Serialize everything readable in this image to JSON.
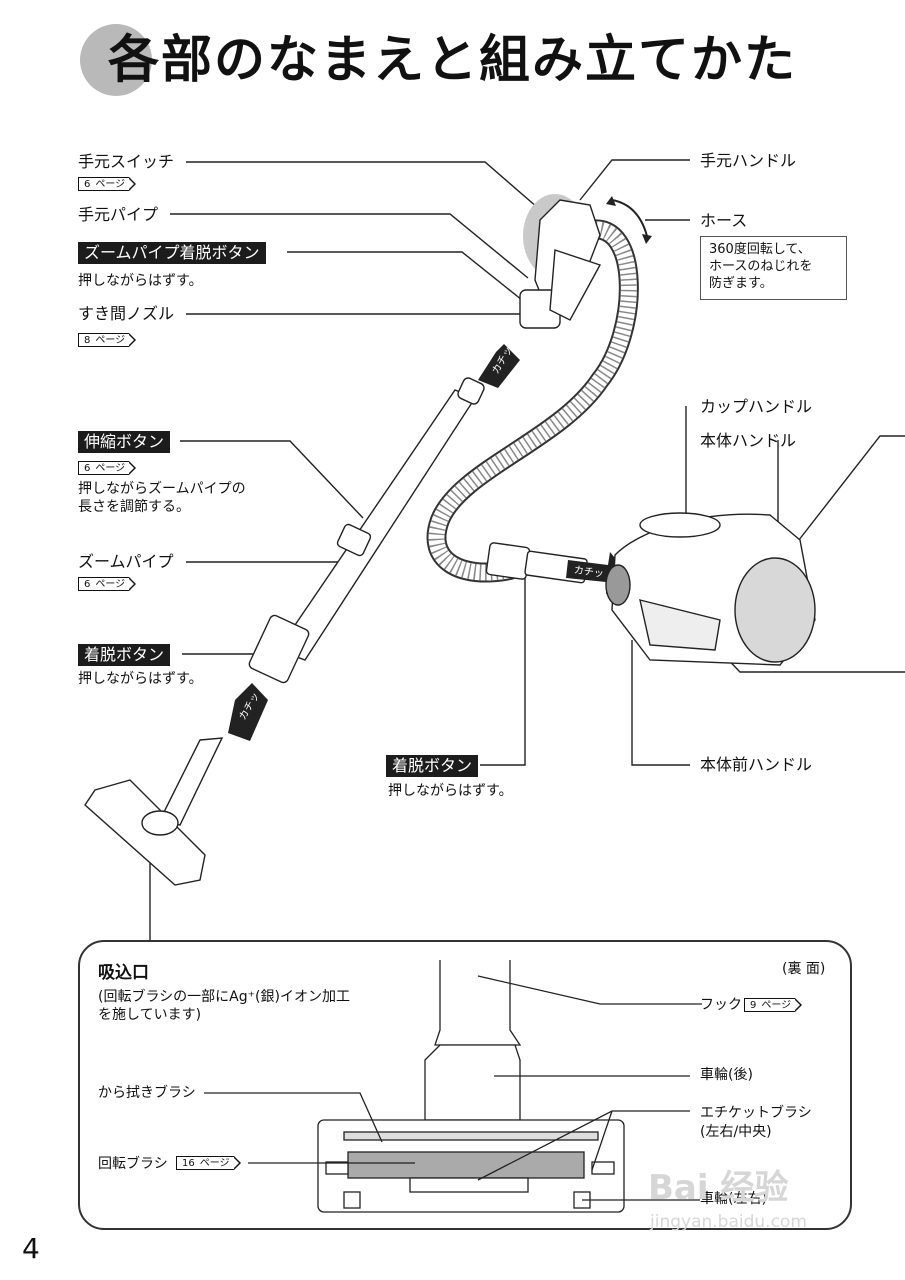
{
  "title": "各部のなまえと組み立てかた",
  "page_number": "4",
  "labels": {
    "temoto_switch": "手元スイッチ",
    "temoto_pipe": "手元パイプ",
    "zoom_detach_button": "ズームパイプ着脱ボタン",
    "zoom_detach_note": "押しながらはずす。",
    "sukima_nozzle": "すき間ノズル",
    "shinshuku_button": "伸縮ボタン",
    "shinshuku_note_line1": "押しながらズームパイプの",
    "shinshuku_note_line2": "長さを調節する。",
    "zoom_pipe": "ズームパイプ",
    "detach_button_left": "着脱ボタン",
    "detach_note_left": "押しながらはずす。",
    "detach_button_center": "着脱ボタン",
    "detach_note_center": "押しながらはずす。",
    "temoto_handle": "手元ハンドル",
    "hose": "ホース",
    "hose_note_line1": "360度回転して、",
    "hose_note_line2": "ホースのねじれを",
    "hose_note_line3": "防ぎます。",
    "cup_handle": "カップハンドル",
    "hontai_handle": "本体ハンドル",
    "hontai_mae_handle": "本体前ハンドル",
    "kachi_left": "カチッ",
    "kachi_upper": "カチッ",
    "kachi_body": "カチッ"
  },
  "page_refs": {
    "page_word": "ページ",
    "temoto_switch": "6",
    "sukima_nozzle": "8",
    "shinshuku_button": "6",
    "zoom_pipe": "6"
  },
  "panel": {
    "title": "吸込口",
    "back_label": "(裏 面)",
    "desc_line1": "(回転ブラシの一部にAg⁺(銀)イオン加工",
    "desc_line2": "を施しています)",
    "karabuki_brush": "から拭きブラシ",
    "kaiten_brush": "回転ブラシ",
    "kaiten_brush_ref": "16",
    "hook": "フック",
    "hook_ref": "9",
    "wheel_rear": "車輪(後)",
    "etiquette_brush_line1": "エチケットブラシ",
    "etiquette_brush_line2": "(左右/中央)",
    "wheel_lr": "車輪(左右)"
  },
  "watermark": {
    "logo": "Bai 经验",
    "url": "jingyan.baidu.com"
  }
}
